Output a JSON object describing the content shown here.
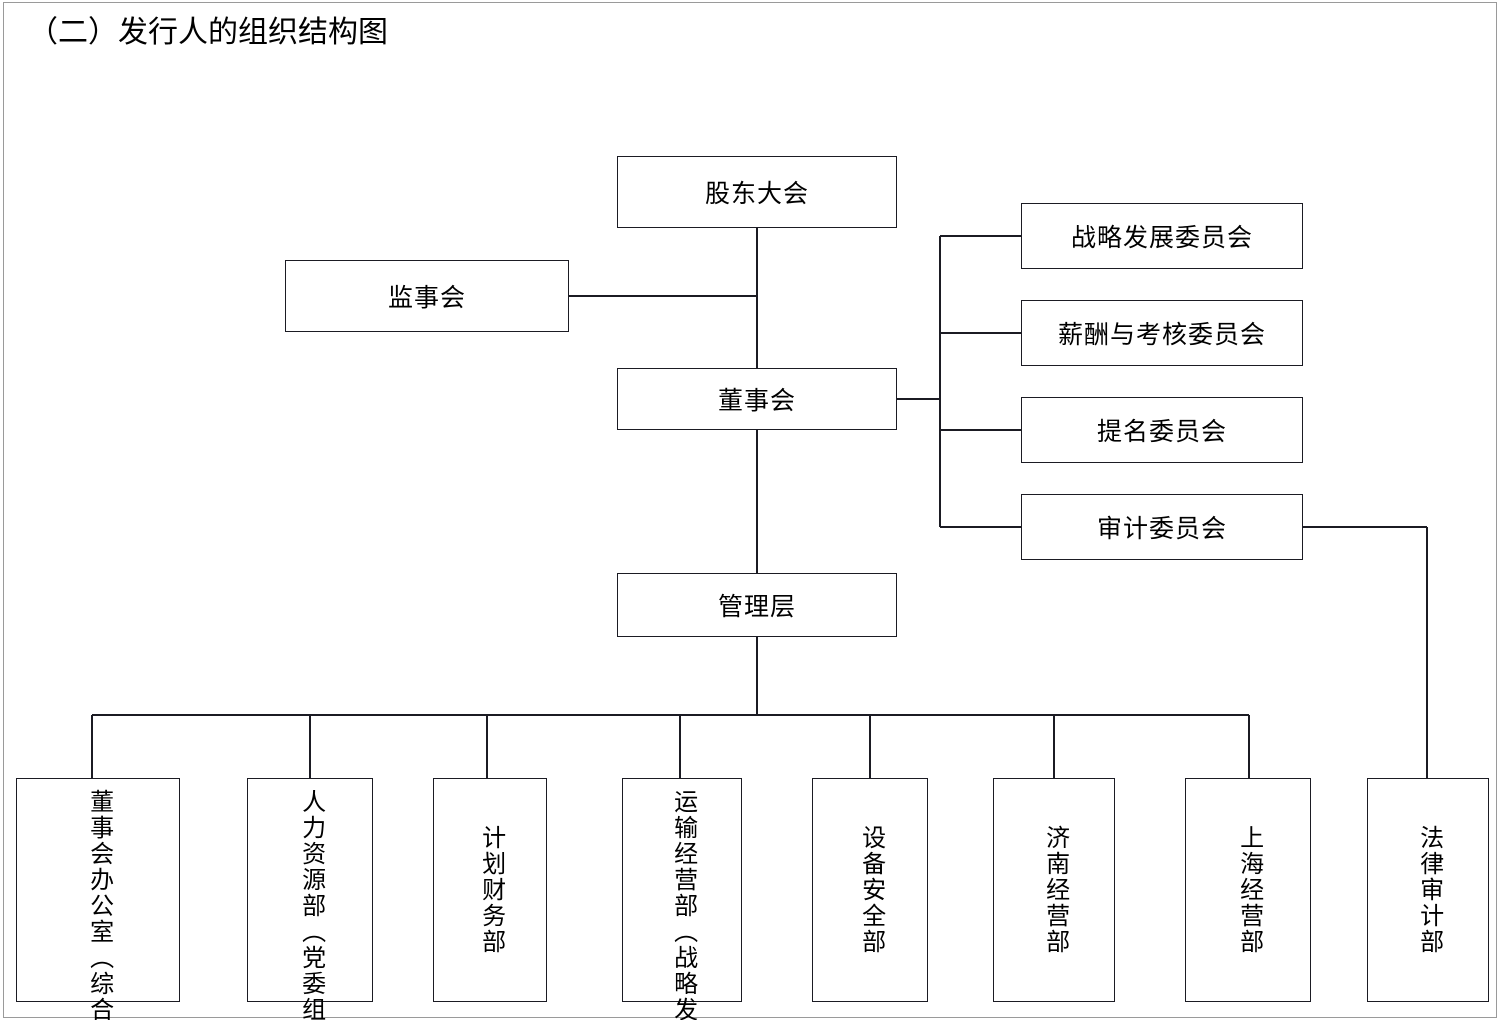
{
  "page": {
    "title": "（二）发行人的组织结构图",
    "background_color": "#ffffff",
    "line_color": "#1b1b23"
  },
  "chart_data": {
    "type": "diagram",
    "subtype": "organization-chart",
    "title": "（二）发行人的组织结构图",
    "orientation": "top-down",
    "nodes": [
      {
        "id": "shareholders",
        "label": "股东大会",
        "level": 0,
        "text_direction": "horizontal"
      },
      {
        "id": "supervisors",
        "label": "监事会",
        "level": 1,
        "text_direction": "horizontal"
      },
      {
        "id": "board",
        "label": "董事会",
        "level": 1,
        "text_direction": "horizontal"
      },
      {
        "id": "strategy_cmte",
        "label": "战略发展委员会",
        "level": 2,
        "text_direction": "horizontal"
      },
      {
        "id": "comp_cmte",
        "label": "薪酬与考核委员会",
        "level": 2,
        "text_direction": "horizontal"
      },
      {
        "id": "nomination_cmte",
        "label": "提名委员会",
        "level": 2,
        "text_direction": "horizontal"
      },
      {
        "id": "audit_cmte",
        "label": "审计委员会",
        "level": 2,
        "text_direction": "horizontal"
      },
      {
        "id": "management",
        "label": "管理层",
        "level": 3,
        "text_direction": "horizontal"
      },
      {
        "id": "dept_board_office",
        "label": "董事会办公室（综合管理部）（党群工作部）",
        "level": 4,
        "text_direction": "vertical"
      },
      {
        "id": "dept_hr",
        "label": "人力资源部（党委组织部）",
        "level": 4,
        "text_direction": "vertical"
      },
      {
        "id": "dept_finance",
        "label": "计划财务部",
        "level": 4,
        "text_direction": "vertical"
      },
      {
        "id": "dept_transport",
        "label": "运输经营部（战略发展部）",
        "level": 4,
        "text_direction": "vertical"
      },
      {
        "id": "dept_equipment",
        "label": "设备安全部",
        "level": 4,
        "text_direction": "vertical"
      },
      {
        "id": "dept_jinan",
        "label": "济南经营部",
        "level": 4,
        "text_direction": "vertical"
      },
      {
        "id": "dept_shanghai",
        "label": "上海经营部",
        "level": 4,
        "text_direction": "vertical"
      },
      {
        "id": "dept_legal",
        "label": "法律审计部",
        "level": 4,
        "text_direction": "vertical"
      }
    ],
    "edges": [
      {
        "from": "shareholders",
        "to": "board"
      },
      {
        "from": "shareholders",
        "to": "supervisors"
      },
      {
        "from": "board",
        "to": "strategy_cmte"
      },
      {
        "from": "board",
        "to": "comp_cmte"
      },
      {
        "from": "board",
        "to": "nomination_cmte"
      },
      {
        "from": "board",
        "to": "audit_cmte"
      },
      {
        "from": "board",
        "to": "management"
      },
      {
        "from": "management",
        "to": "dept_board_office"
      },
      {
        "from": "management",
        "to": "dept_hr"
      },
      {
        "from": "management",
        "to": "dept_finance"
      },
      {
        "from": "management",
        "to": "dept_transport"
      },
      {
        "from": "management",
        "to": "dept_equipment"
      },
      {
        "from": "management",
        "to": "dept_jinan"
      },
      {
        "from": "management",
        "to": "dept_shanghai"
      },
      {
        "from": "audit_cmte",
        "to": "dept_legal"
      }
    ]
  }
}
